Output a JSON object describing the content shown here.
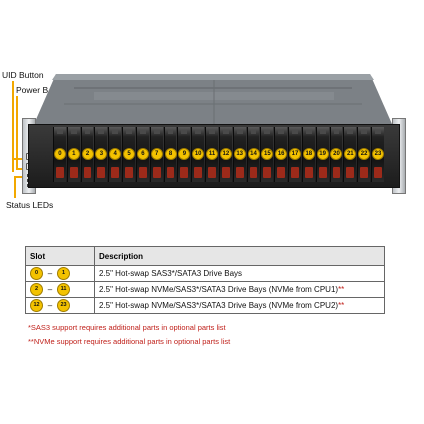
{
  "callouts": {
    "uid_button": "UID Button",
    "power_button": "Power B",
    "status_leds": "Status LEDs"
  },
  "colors": {
    "badge_yellow": "#f3c200",
    "leader_orange": "#f2a800",
    "drive_tab_red": "#9c2a1a",
    "note_red": "#c0211b"
  },
  "bays": [
    "0",
    "1",
    "2",
    "3",
    "4",
    "5",
    "6",
    "7",
    "8",
    "9",
    "10",
    "11",
    "12",
    "13",
    "14",
    "15",
    "16",
    "17",
    "18",
    "19",
    "20",
    "21",
    "22",
    "23"
  ],
  "table": {
    "headers": {
      "slot": "Slot",
      "description": "Description"
    },
    "rows": [
      {
        "from": "0",
        "to": "1",
        "dash": "–",
        "description": "2.5\" Hot-swap SAS3*/SATA3 Drive Bays",
        "mark": ""
      },
      {
        "from": "2",
        "to": "11",
        "dash": "–",
        "description": "2.5\" Hot-swap NVMe/SAS3*/SATA3 Drive Bays (NVMe from CPU1)",
        "mark": "**"
      },
      {
        "from": "12",
        "to": "23",
        "dash": "–",
        "description": "2.5\" Hot-swap NVMe/SAS3*/SATA3 Drive Bays (NVMe from CPU2)",
        "mark": "**"
      }
    ]
  },
  "notes": {
    "sas3": "*SAS3 support requires additional parts in optional parts list",
    "nvme": "**NVMe support requires additional parts in optional parts list"
  }
}
